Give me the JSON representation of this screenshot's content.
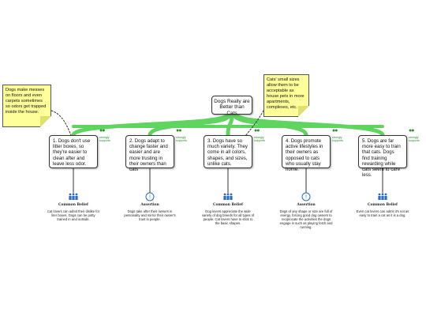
{
  "root": {
    "text": "Dogs Really are Better than Cats"
  },
  "notes": [
    {
      "text": "Dogs make messes on floors and even carpets sometimes so odors get trapped inside the house."
    },
    {
      "text": "Cats' small sizes allow them to be acceptable as house pets in more apartments, complexes, etc."
    }
  ],
  "reasons": [
    {
      "text": "1. Dogs don't use litter boxes, so they're easier to clean after and leave less odor.",
      "support": "strongly supports"
    },
    {
      "text": "2. Dogs adapt to change faster and easier and are more trusting in their owners than cats",
      "support": "strongly supports"
    },
    {
      "text": "3. Dogs have so much variety. They come in all colors, shapes, and sizes, unlike cats.",
      "support": "strongly supports"
    },
    {
      "text": "4. Dogs promote active lifestyles in their owners as opposed to cats who usually stay home.",
      "support": "strongly supports"
    },
    {
      "text": "5. Dogs are far more easy to train that cats. Dogs find training rewarding while cats seem to care less.",
      "support": "strongly supports"
    }
  ],
  "evidence": [
    {
      "type": "Common Belief",
      "icon": "group-icon",
      "text": "Cat lovers can admit their dislike for liter boxes. Dogs can be potty trained in and outside."
    },
    {
      "type": "Assertion",
      "icon": "assertion-icon",
      "text": "Dogs take after their owners in personality and mirror their owner's trust in people."
    },
    {
      "type": "Common Belief",
      "icon": "group-icon",
      "text": "Dog lovers appreciate the wide variety of dog breeds for all types of people. Cat lovers have to stick to the basic shapes."
    },
    {
      "type": "Assertion",
      "icon": "assertion-icon",
      "text": "Dogs of any shape or size are full of energy, forcing good dog owners to reciprocate the activities the dogs engage in such as playing fetch and running."
    },
    {
      "type": "Common Belief",
      "icon": "group-icon",
      "text": "Even cat lovers can admit it's not as easy to train a cat as it is a dog."
    }
  ],
  "colors": {
    "connector": "#5fd45f",
    "connector_dark": "#3cb83c",
    "note_fill": "#ffff99",
    "tag": "#2c8a2c",
    "evidence_icon": "#2b6cc0"
  }
}
